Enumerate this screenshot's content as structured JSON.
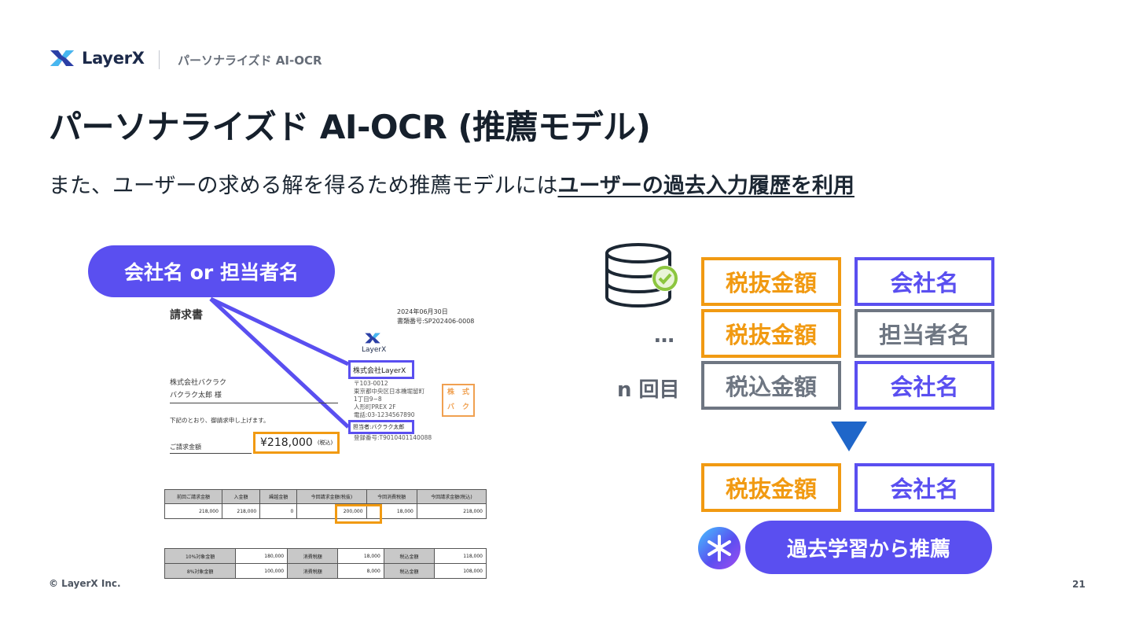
{
  "header": {
    "logo_text": "LayerX",
    "section": "パーソナライズド AI-OCR"
  },
  "title": "パーソナライズド AI-OCR (推薦モデル)",
  "subtitle": {
    "plain": "また、ユーザーの求める解を得るため推薦モデルには",
    "emphasis": "ユーザーの過去入力履歴を利用"
  },
  "left_panel": {
    "pill_label": "会社名 or 担当者名",
    "invoice": {
      "title": "請求書",
      "date": "2024年06月30日",
      "number": "書類番号:SP202406-0008",
      "logo_text": "LayerX",
      "issuer": "株式会社LayerX",
      "address": [
        "〒103-0012",
        "東京都中央区日本橋堀留町",
        "1丁目9−8",
        "人形町PREX 2F",
        "電話:03-1234567890"
      ],
      "contact": "担当者:バクラク太郎",
      "registration": "登録番号:T9010401140088",
      "client_company": "株式会社バクラク",
      "client_person": "バクラク太郎 様",
      "note": "下記のとおり、御請求申し上げます。",
      "total_label": "ご請求金額",
      "total_amount": "¥218,000",
      "total_tax": "(税込)",
      "seal": [
        "株",
        "式",
        "バ",
        "ク"
      ],
      "table1": {
        "headers": [
          "前回ご請求金額",
          "入金額",
          "繰越金額",
          "今回請求金額(税抜)",
          "今回消費税額",
          "今回請求金額(税込)"
        ],
        "row": [
          "218,000",
          "218,000",
          "0",
          "200,000",
          "18,000",
          "218,000"
        ]
      },
      "table2": {
        "rows": [
          [
            "10%対象金額",
            "180,000",
            "消費税額",
            "18,000",
            "税込金額",
            "118,000"
          ],
          [
            "8%対象金額",
            "100,000",
            "消費税額",
            "8,000",
            "税込金額",
            "108,000"
          ]
        ]
      }
    }
  },
  "right_panel": {
    "rows": [
      {
        "field": "税抜金額",
        "value": "会社名"
      },
      {
        "field": "税抜金額",
        "value": "担当者名"
      },
      {
        "field": "税込金額",
        "value": "会社名"
      }
    ],
    "dots": "…",
    "n_label": "n 回目",
    "result": {
      "field": "税抜金額",
      "value": "会社名"
    },
    "pill_label": "過去学習から推薦"
  },
  "colors": {
    "accent_purple": "#5a4ff0",
    "accent_orange": "#f19a12",
    "neutral_gray": "#6e7682",
    "db_check_green": "#8cc63f"
  },
  "footer": {
    "copyright": "© LayerX Inc.",
    "page_number": "21"
  }
}
